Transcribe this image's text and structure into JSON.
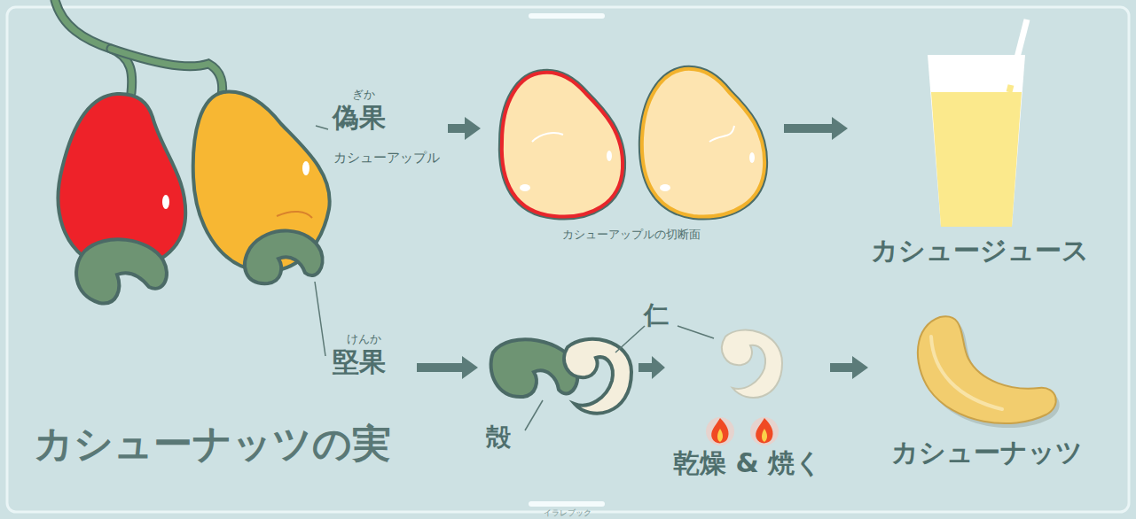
{
  "diagram": {
    "title": "カシューナッツの実",
    "nodes": [
      {
        "text": [
          "ぎか",
          "偽果",
          "カシューアップル"
        ]
      },
      {
        "text": [
          "カシューアップルの切断面"
        ]
      },
      {
        "text": [
          "カシュージュース"
        ]
      },
      {
        "text": [
          "けんか",
          "堅果"
        ]
      },
      {
        "text": [
          "殻"
        ]
      },
      {
        "text": [
          "乾燥 & 焼く"
        ]
      },
      {
        "text": [
          "カシューナッツ"
        ]
      }
    ],
    "edges": [
      {
        "from": 0,
        "to": 1,
        "arrow": "to"
      },
      {
        "from": 1,
        "to": 2,
        "arrow": "to"
      },
      {
        "from": 3,
        "to": 4,
        "arrow": "to"
      },
      {
        "from": 4,
        "to": 5,
        "arrow": "to"
      },
      {
        "from": 5,
        "to": 6,
        "arrow": "to"
      }
    ],
    "labels": [
      "仁",
      "イラレブック"
    ]
  }
}
